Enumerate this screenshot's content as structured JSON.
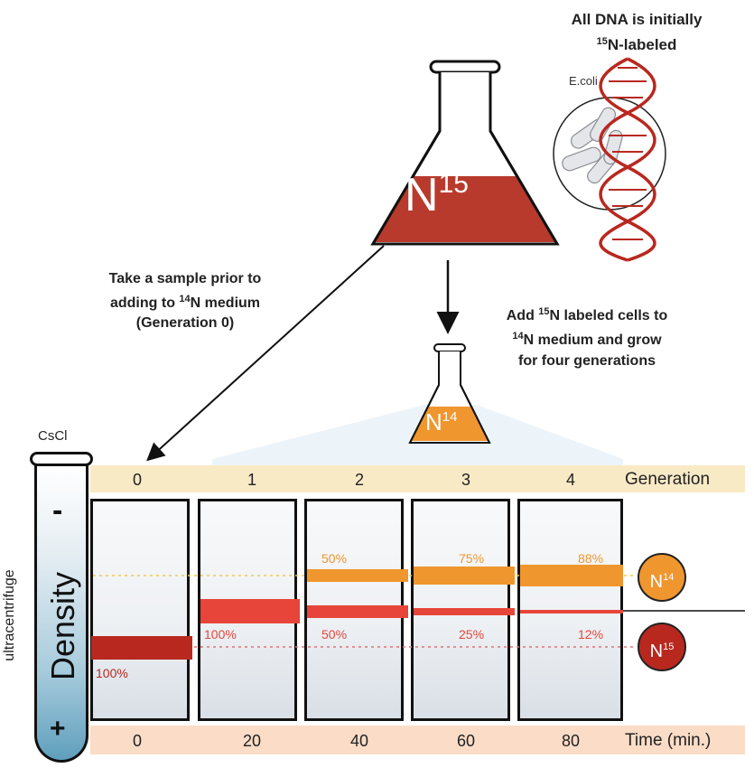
{
  "top_text": {
    "line1": "All DNA is initially",
    "line2_sup": "15",
    "line2_rest": "N-labeled",
    "ecoli": "E.coli"
  },
  "big_flask": {
    "label": "N",
    "sup": "15",
    "color": "#b83a2c"
  },
  "small_flask": {
    "label": "N",
    "sup": "14",
    "color": "#f0962e"
  },
  "left_note": {
    "line1": "Take a sample prior to",
    "line2_pre": "adding to ",
    "line2_sup": "14",
    "line2_post": "N medium",
    "line3": "(Generation 0)"
  },
  "right_note": {
    "line1_pre": "Add ",
    "line1_sup": "15",
    "line1_post": "N labeled cells to",
    "line2_sup": "14",
    "line2_post": "N medium and grow",
    "line3": "for four generations"
  },
  "cscl_label": "CsCl",
  "ultracentrifuge_label": "ultracentrifuge",
  "density_label": "Density",
  "minus_sign": "-",
  "plus_sign": "+",
  "generation_label": "Generation",
  "time_label": "Time (min.)",
  "generations": [
    "0",
    "1",
    "2",
    "3",
    "4"
  ],
  "times": [
    "0",
    "20",
    "40",
    "60",
    "80"
  ],
  "tubes": [
    {
      "bands": [
        {
          "type": "N15",
          "pct_label": "100%"
        }
      ]
    },
    {
      "bands": [
        {
          "type": "hybrid",
          "pct_label": "100%"
        }
      ]
    },
    {
      "bands": [
        {
          "type": "N14",
          "pct_label": "50%"
        },
        {
          "type": "hybrid",
          "pct_label": "50%"
        }
      ]
    },
    {
      "bands": [
        {
          "type": "N14",
          "pct_label": "75%"
        },
        {
          "type": "hybrid",
          "pct_label": "25%"
        }
      ]
    },
    {
      "bands": [
        {
          "type": "N14",
          "pct_label": "88%"
        },
        {
          "type": "hybrid",
          "pct_label": "12%"
        }
      ]
    }
  ],
  "legend": [
    {
      "label": "N",
      "sup": "14",
      "color": "#f0962e"
    },
    {
      "label": "N",
      "sup": "15",
      "color": "#b8281f"
    }
  ],
  "colors": {
    "n15": "#b8281f",
    "hybrid": "#e8453a",
    "n14": "#f0962e",
    "gen_strip": "#f9eac6",
    "time_strip": "#fbdcc6"
  }
}
